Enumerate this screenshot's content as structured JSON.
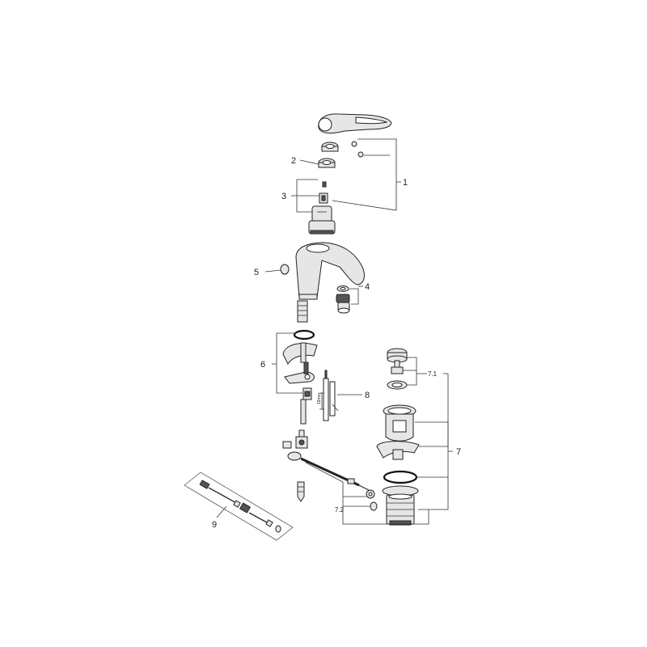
{
  "callouts": {
    "c1": "1",
    "c2": "2",
    "c3": "3",
    "c4": "4",
    "c5": "5",
    "c6": "6",
    "c7": "7",
    "c7_1": "7.1",
    "c7_2": "7.2",
    "c8": "8",
    "c9": "9"
  },
  "gauge_label": "19mm"
}
